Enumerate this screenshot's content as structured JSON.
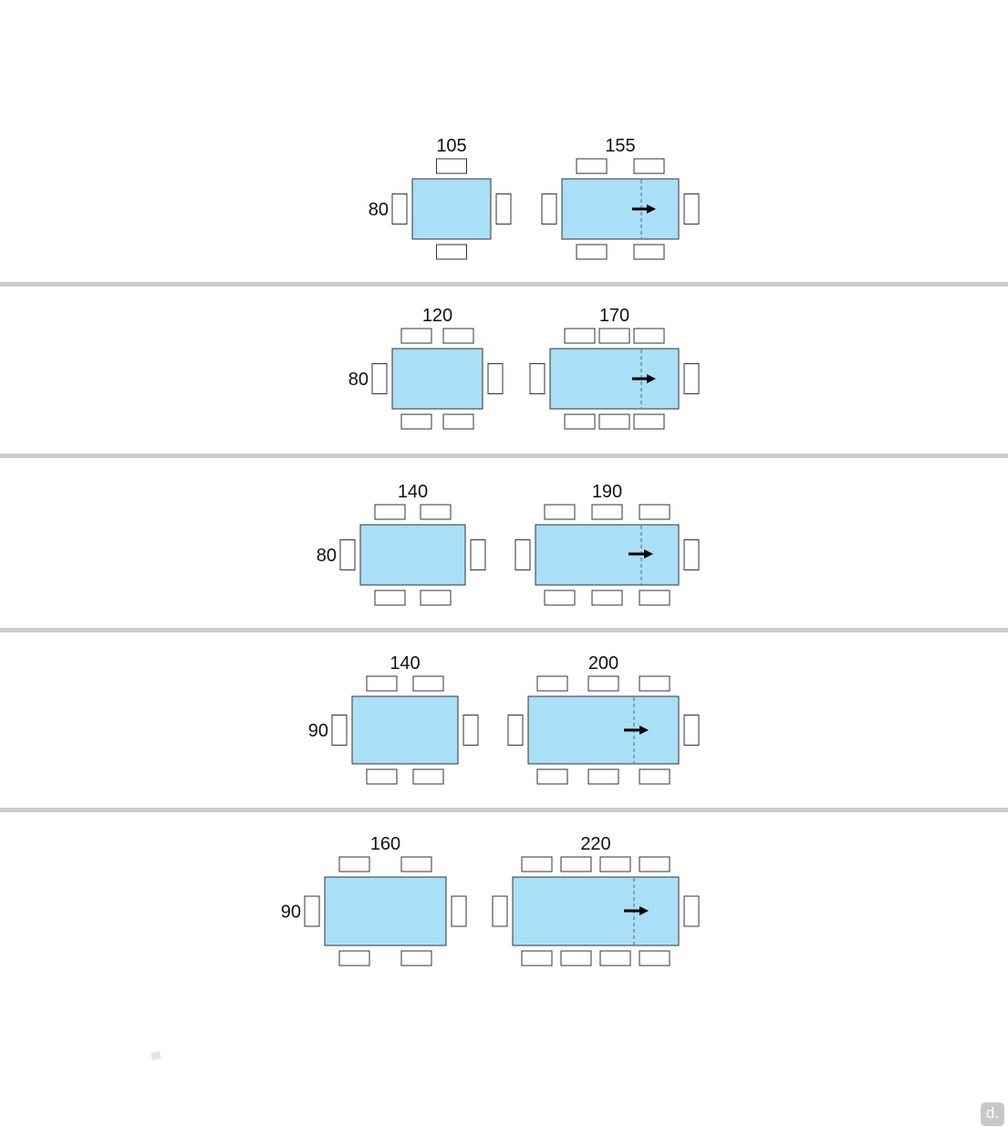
{
  "colors": {
    "table_fill": "#a9dff7",
    "outline": "#333333",
    "divider": "#cccccc",
    "background": "#ffffff"
  },
  "rows": [
    {
      "depth": "80",
      "fixed": {
        "length": "105",
        "chairs_per_long_side": 1
      },
      "extended": {
        "length": "155",
        "chairs_per_long_side": 2
      }
    },
    {
      "depth": "80",
      "fixed": {
        "length": "120",
        "chairs_per_long_side": 2
      },
      "extended": {
        "length": "170",
        "chairs_per_long_side": 3
      }
    },
    {
      "depth": "80",
      "fixed": {
        "length": "140",
        "chairs_per_long_side": 2
      },
      "extended": {
        "length": "190",
        "chairs_per_long_side": 3
      }
    },
    {
      "depth": "90",
      "fixed": {
        "length": "140",
        "chairs_per_long_side": 2
      },
      "extended": {
        "length": "200",
        "chairs_per_long_side": 3
      }
    },
    {
      "depth": "90",
      "fixed": {
        "length": "160",
        "chairs_per_long_side": 2
      },
      "extended": {
        "length": "220",
        "chairs_per_long_side": 4
      }
    }
  ],
  "watermark": {
    "text": "d.",
    "icon": "brand-logo-icon"
  }
}
